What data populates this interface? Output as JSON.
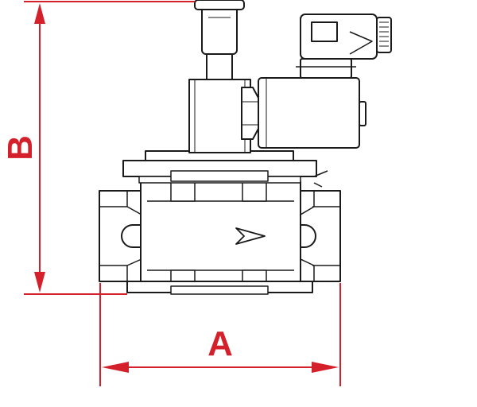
{
  "dimensions": {
    "width_label": "A",
    "height_label": "B"
  },
  "colors": {
    "dimension": "#d3202a",
    "outline": "#1a1a1a",
    "background": "#ffffff"
  },
  "parts": {
    "flow_arrow_icon": "flow-direction-arrow"
  }
}
